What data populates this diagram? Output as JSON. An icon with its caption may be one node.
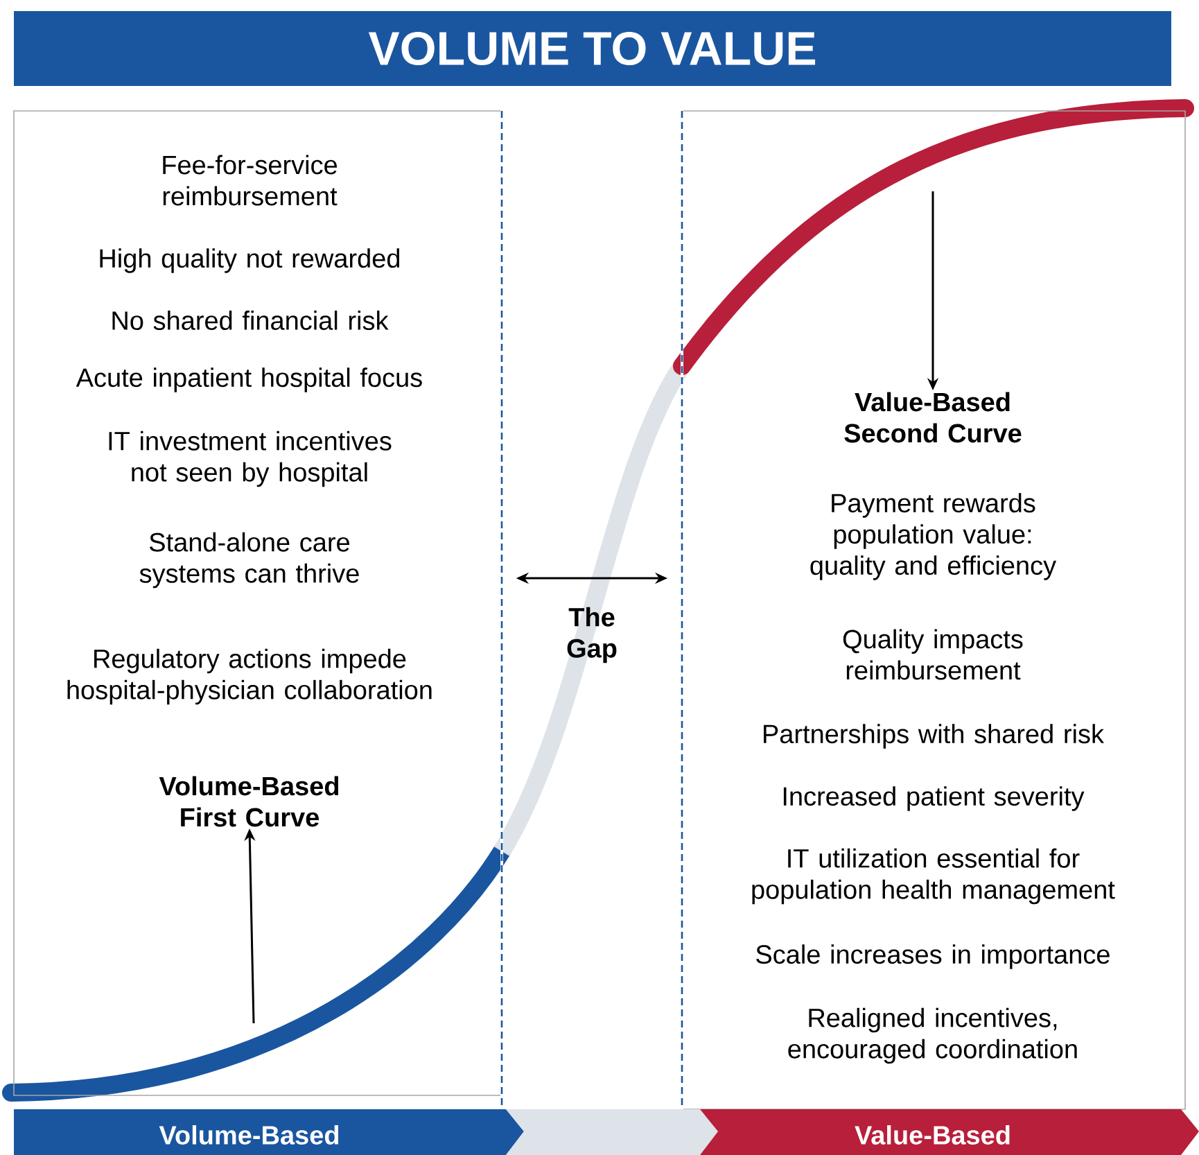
{
  "diagram": {
    "title": "VOLUME TO VALUE",
    "nodes": [
      {
        "text": [
          "Fee-for-service reimbursement",
          "High quality not rewarded",
          "No shared financial risk",
          "Acute inpatient hospital focus",
          "IT investment incentives not seen by hospital",
          "Stand-alone care systems can thrive",
          "Regulatory actions impede hospital-physician collaboration"
        ]
      },
      {
        "text": [
          "Volume-Based First Curve"
        ],
        "in": 0
      },
      {
        "text": [
          "Payment rewards population value: quality and efficiency",
          "Quality impacts reimbursement",
          "Partnerships with shared risk",
          "Increased patient severity",
          "IT utilization essential for population health management",
          "Scale increases in importance",
          "Realigned incentives, encouraged coordination"
        ]
      },
      {
        "text": [
          "Value-Based Second Curve"
        ],
        "in": 2
      },
      {
        "text": [
          "Volume-Based"
        ]
      },
      {
        "text": [],
        "shape": "chevron"
      },
      {
        "text": [
          "Value-Based"
        ]
      }
    ],
    "edges": [
      {
        "from": null,
        "to": 1,
        "arrow": "to"
      },
      {
        "from": null,
        "to": 3,
        "arrow": "to"
      },
      {
        "from": 0,
        "to": 2,
        "arrow": "both",
        "label": "The Gap"
      }
    ]
  }
}
